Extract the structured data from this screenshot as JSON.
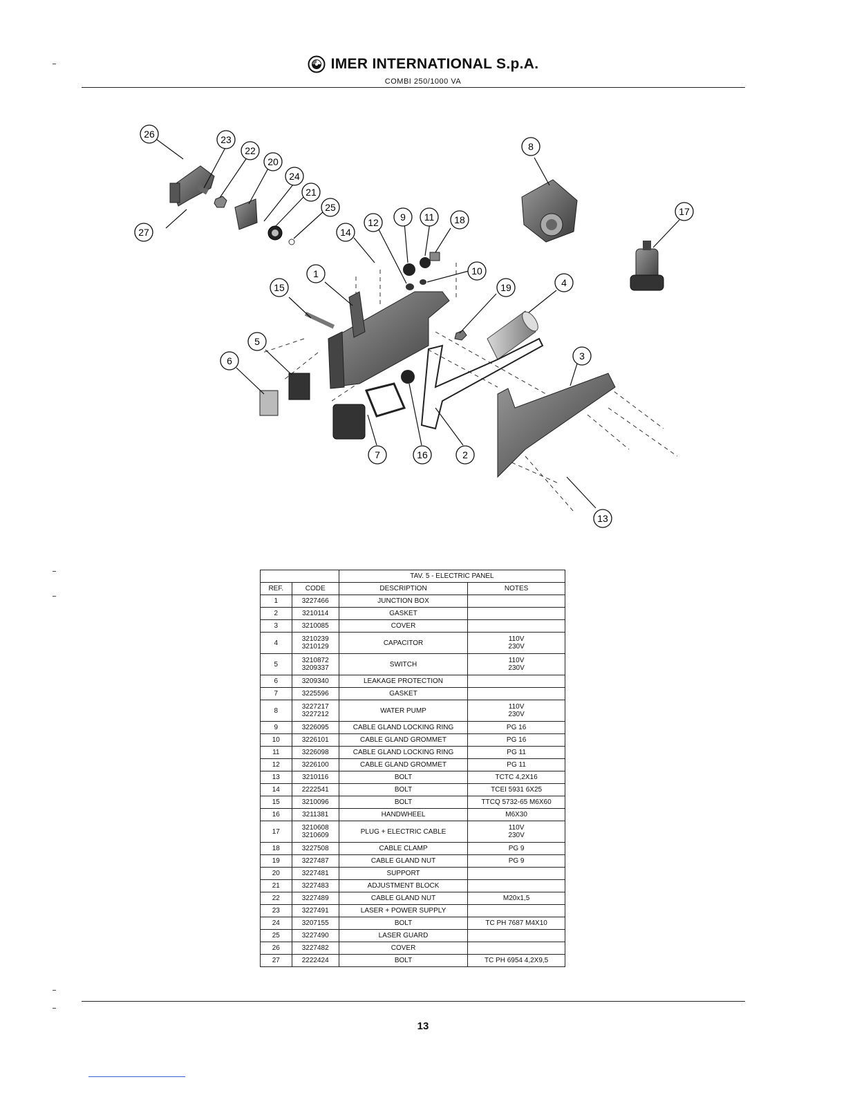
{
  "header": {
    "company": "IMER INTERNATIONAL S.p.A.",
    "model": "COMBI 250/1000 VA"
  },
  "diagram": {
    "callouts": [
      "26",
      "23",
      "22",
      "20",
      "24",
      "21",
      "25",
      "27",
      "8",
      "17",
      "14",
      "12",
      "9",
      "11",
      "18",
      "10",
      "1",
      "19",
      "4",
      "15",
      "5",
      "3",
      "6",
      "7",
      "16",
      "2",
      "13"
    ]
  },
  "table": {
    "title": "TAV. 5 - ELECTRIC PANEL",
    "columns": [
      "REF.",
      "CODE",
      "DESCRIPTION",
      "NOTES"
    ],
    "rows": [
      {
        "ref": "1",
        "code": [
          "3227466"
        ],
        "description": "JUNCTION BOX",
        "notes": []
      },
      {
        "ref": "2",
        "code": [
          "3210114"
        ],
        "description": "GASKET",
        "notes": []
      },
      {
        "ref": "3",
        "code": [
          "3210085"
        ],
        "description": "COVER",
        "notes": []
      },
      {
        "ref": "4",
        "code": [
          "3210239",
          "3210129"
        ],
        "description": "CAPACITOR",
        "notes": [
          "110V",
          "230V"
        ]
      },
      {
        "ref": "5",
        "code": [
          "3210872",
          "3209337"
        ],
        "description": "SWITCH",
        "notes": [
          "110V",
          "230V"
        ]
      },
      {
        "ref": "6",
        "code": [
          "3209340"
        ],
        "description": "LEAKAGE PROTECTION",
        "notes": []
      },
      {
        "ref": "7",
        "code": [
          "3225596"
        ],
        "description": "GASKET",
        "notes": []
      },
      {
        "ref": "8",
        "code": [
          "3227217",
          "3227212"
        ],
        "description": "WATER PUMP",
        "notes": [
          "110V",
          "230V"
        ]
      },
      {
        "ref": "9",
        "code": [
          "3226095"
        ],
        "description": "CABLE GLAND LOCKING RING",
        "notes": [
          "PG 16"
        ]
      },
      {
        "ref": "10",
        "code": [
          "3226101"
        ],
        "description": "CABLE GLAND GROMMET",
        "notes": [
          "PG 16"
        ]
      },
      {
        "ref": "11",
        "code": [
          "3226098"
        ],
        "description": "CABLE GLAND LOCKING RING",
        "notes": [
          "PG 11"
        ]
      },
      {
        "ref": "12",
        "code": [
          "3226100"
        ],
        "description": "CABLE GLAND GROMMET",
        "notes": [
          "PG 11"
        ]
      },
      {
        "ref": "13",
        "code": [
          "3210116"
        ],
        "description": "BOLT",
        "notes": [
          "TCTC 4,2X16"
        ]
      },
      {
        "ref": "14",
        "code": [
          "2222541"
        ],
        "description": "BOLT",
        "notes": [
          "TCEI 5931 6X25"
        ]
      },
      {
        "ref": "15",
        "code": [
          "3210096"
        ],
        "description": "BOLT",
        "notes": [
          "TTCQ 5732-65 M6X60"
        ]
      },
      {
        "ref": "16",
        "code": [
          "3211381"
        ],
        "description": "HANDWHEEL",
        "notes": [
          "M6X30"
        ]
      },
      {
        "ref": "17",
        "code": [
          "3210608",
          "3210609"
        ],
        "description": "PLUG + ELECTRIC CABLE",
        "notes": [
          "110V",
          "230V"
        ]
      },
      {
        "ref": "18",
        "code": [
          "3227508"
        ],
        "description": "CABLE CLAMP",
        "notes": [
          "PG 9"
        ]
      },
      {
        "ref": "19",
        "code": [
          "3227487"
        ],
        "description": "CABLE GLAND NUT",
        "notes": [
          "PG 9"
        ]
      },
      {
        "ref": "20",
        "code": [
          "3227481"
        ],
        "description": "SUPPORT",
        "notes": []
      },
      {
        "ref": "21",
        "code": [
          "3227483"
        ],
        "description": "ADJUSTMENT BLOCK",
        "notes": []
      },
      {
        "ref": "22",
        "code": [
          "3227489"
        ],
        "description": "CABLE GLAND NUT",
        "notes": [
          "M20x1,5"
        ]
      },
      {
        "ref": "23",
        "code": [
          "3227491"
        ],
        "description": "LASER + POWER SUPPLY",
        "notes": []
      },
      {
        "ref": "24",
        "code": [
          "3207155"
        ],
        "description": "BOLT",
        "notes": [
          "TC PH 7687 M4X10"
        ]
      },
      {
        "ref": "25",
        "code": [
          "3227490"
        ],
        "description": "LASER GUARD",
        "notes": []
      },
      {
        "ref": "26",
        "code": [
          "3227482"
        ],
        "description": "COVER",
        "notes": []
      },
      {
        "ref": "27",
        "code": [
          "2222424"
        ],
        "description": "BOLT",
        "notes": [
          "TC PH 6954 4,2X9,5"
        ]
      }
    ]
  },
  "footer": {
    "page_number": "13"
  }
}
